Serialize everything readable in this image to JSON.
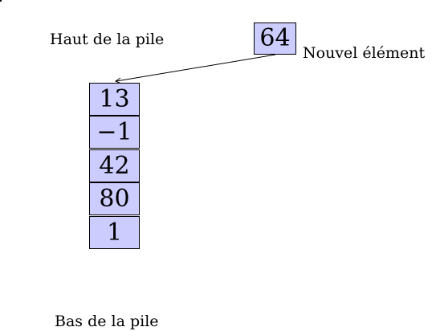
{
  "diagram": {
    "top_label": "Haut de la pile",
    "bottom_label": "Bas de la pile",
    "new_element_label": "Nouvel élément",
    "new_element_value": "64",
    "stack": [
      "13",
      "−1",
      "42",
      "80",
      "1"
    ],
    "colors": {
      "cell_fill": "#ccccff",
      "stroke": "#000000"
    }
  }
}
